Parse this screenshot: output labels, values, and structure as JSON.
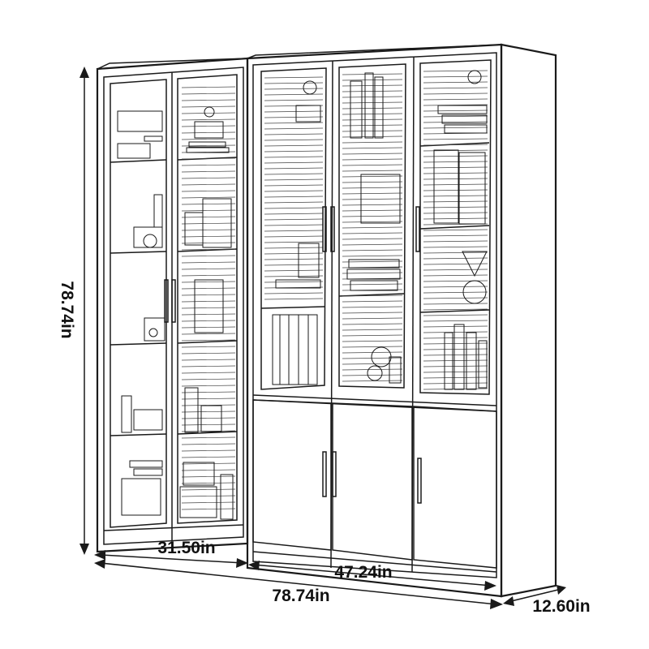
{
  "dimensions": {
    "height": "78.74in",
    "left_width": "31.50in",
    "right_width": "47.24in",
    "total_width": "78.74in",
    "depth": "12.60in"
  },
  "colors": {
    "line": "#1a1a1a",
    "background": "#ffffff"
  }
}
